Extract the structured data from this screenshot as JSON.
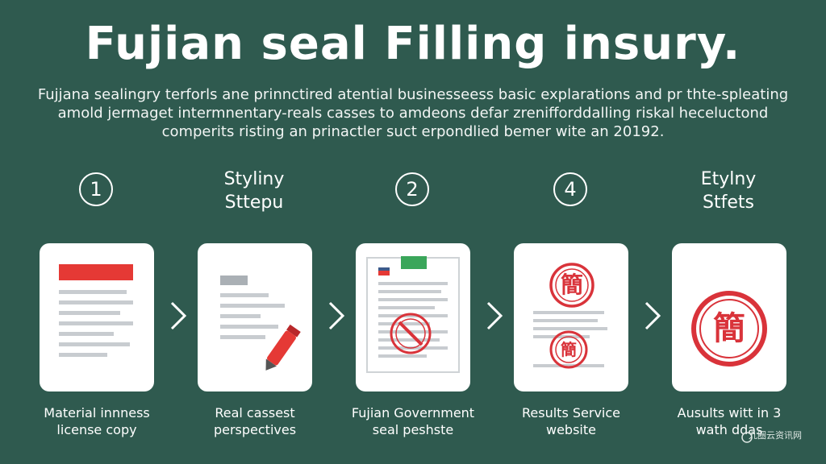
{
  "title": "Fujian seal Filling insury.",
  "description": [
    "Fujjana sealingry terforls ane prinnctired atential businesseess basic explarations and pr thte-spleating",
    "amold jermaget intermnentary-reals casses to amdeons defar zrenifforddalling riskal heceluctond",
    "comperits risting an prinactler suct erpondlied bemer wite an 20192."
  ],
  "steps": [
    {
      "marker": "1"
    },
    {
      "marker": "Styliny\nSttepu"
    },
    {
      "marker": "2"
    },
    {
      "marker": "4"
    },
    {
      "marker": "Etylny\nStfets"
    }
  ],
  "captions": [
    "Material innness\nlicense copy",
    "Real cassest\nperspectives",
    "Fujian Government\nseal peshste",
    "Results Service\nwebsite",
    "Ausults witt in 3\nwath ddas"
  ],
  "seal_text": "簡",
  "watermark": "九圈云资讯网",
  "colors": {
    "background": "#2f5a4f",
    "accent_red": "#e53935",
    "seal_red": "#d9333a",
    "green_tab": "#3aa65a",
    "line_gray": "#c8ccd0"
  }
}
